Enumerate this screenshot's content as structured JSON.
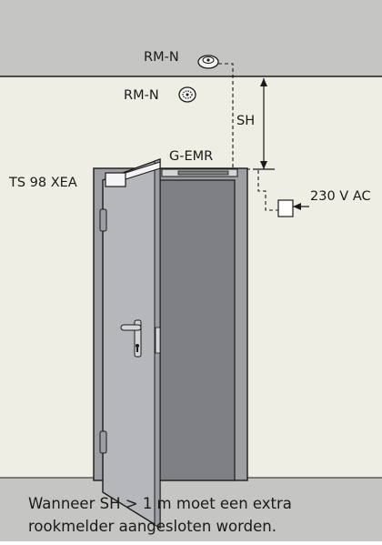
{
  "labels": {
    "detector_ceiling": "RM-N",
    "detector_lintel": "RM-N",
    "sh": "SH",
    "emr": "G-EMR",
    "closer": "TS 98 XEA",
    "power": "230 V AC"
  },
  "note": {
    "line1": "Wanneer SH > 1 m moet een extra",
    "line2": "rookmelder aangesloten worden."
  },
  "colors": {
    "ceiling": "#c5c5c3",
    "wall": "#efeee4",
    "floor": "#c5c5c3",
    "door_frame": "#9e9fa2",
    "opening": "#7f8084",
    "door_leaf": "#b6b7ba",
    "line": "#1a1a1a"
  },
  "icons": [
    "smoke-detector-icon",
    "door-handle-icon",
    "hinge-icon",
    "junction-box-icon"
  ]
}
